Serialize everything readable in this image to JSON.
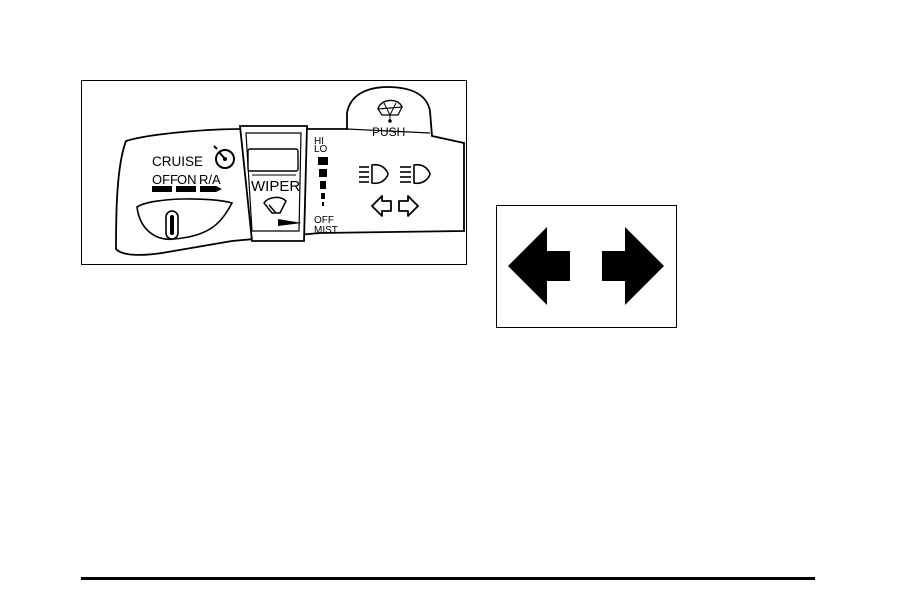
{
  "stalk_figure": {
    "cruise": {
      "label": "CRUISE",
      "positions": [
        "OFF",
        "ON",
        "R/A"
      ],
      "icon": "cruise-speedometer-icon"
    },
    "wiper": {
      "label": "WIPER",
      "icon": "wiper-icon",
      "speed_labels": {
        "high": "HI",
        "low": "LO",
        "off": "OFF",
        "mist": "MIST"
      }
    },
    "washer": {
      "label": "PUSH",
      "icon": "windshield-washer-icon"
    },
    "headlamp_icons": [
      "high-beam-icon",
      "high-beam-icon"
    ],
    "turn_icons": [
      "left-arrow-outline-icon",
      "right-arrow-outline-icon"
    ]
  },
  "arrows_figure": {
    "icons": [
      "left-arrow-solid-icon",
      "right-arrow-solid-icon"
    ]
  }
}
